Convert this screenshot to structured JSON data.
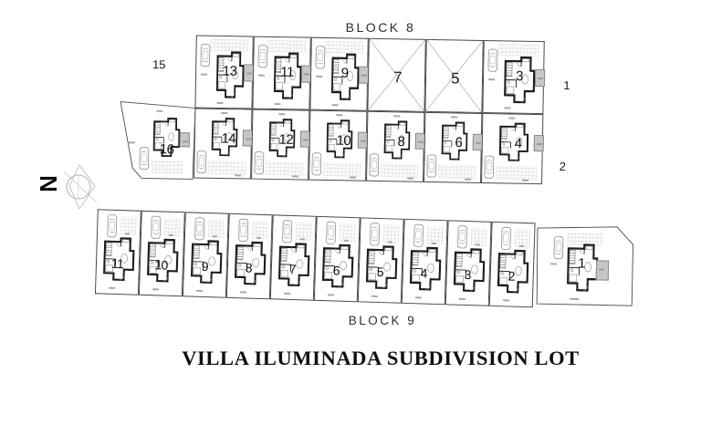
{
  "page_title": "VILLA ILUMINADA SUBDIVISION LOT",
  "compass": {
    "north_label": "N"
  },
  "block8": {
    "label": "BLOCK 8",
    "outside_lot_labels": {
      "lot15": "15",
      "lot1": "1",
      "lot2": "2"
    },
    "top_row_lots": [
      {
        "number": "13",
        "kind": "house"
      },
      {
        "number": "11",
        "kind": "house"
      },
      {
        "number": "9",
        "kind": "house"
      },
      {
        "number": "7",
        "kind": "vacant"
      },
      {
        "number": "5",
        "kind": "vacant"
      },
      {
        "number": "3",
        "kind": "house"
      }
    ],
    "bottom_row_lots": [
      {
        "number": "16",
        "kind": "house"
      },
      {
        "number": "14",
        "kind": "house"
      },
      {
        "number": "12",
        "kind": "house"
      },
      {
        "number": "10",
        "kind": "house"
      },
      {
        "number": "8",
        "kind": "house"
      },
      {
        "number": "6",
        "kind": "house"
      },
      {
        "number": "4",
        "kind": "house"
      }
    ]
  },
  "block9": {
    "label": "BLOCK 9",
    "row_lots": [
      "11",
      "10",
      "9",
      "8",
      "7",
      "6",
      "5",
      "4",
      "3",
      "2"
    ],
    "corner_lot": "1"
  },
  "colors": {
    "wall_ink": "#1b1b1b",
    "boundary": "#4a4a4a",
    "patio_fill": "#c7c7c7",
    "furniture_line": "#8a8a8a",
    "title_ink": "#0f0f0f"
  }
}
